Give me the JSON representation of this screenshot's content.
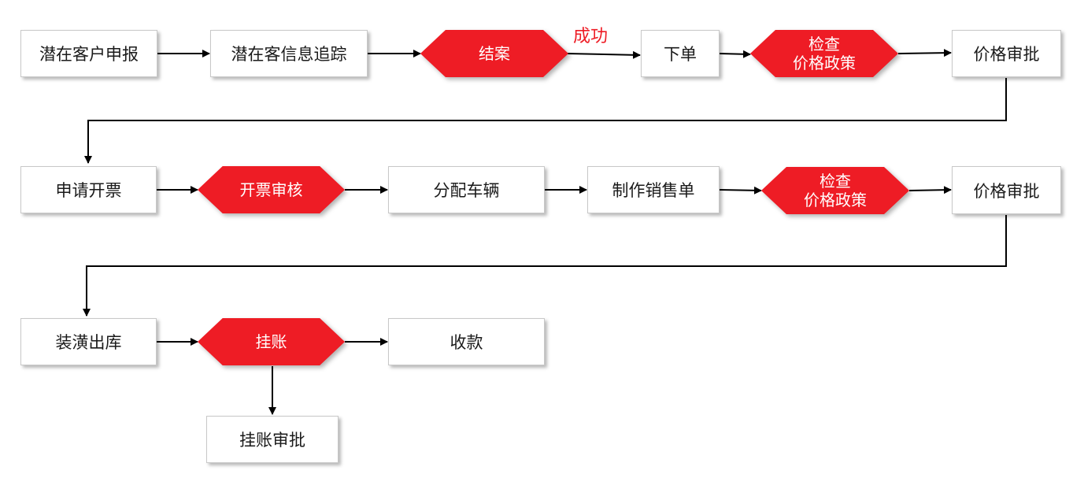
{
  "colors": {
    "decision_fill": "#ee1c25",
    "line": "#000000",
    "box_border": "#c8c8c8"
  },
  "nodes": {
    "potential_customer_report": "潜在客户申报",
    "potential_customer_tracking": "潜在客信息追踪",
    "close_case": "结案",
    "place_order": "下单",
    "check_price_policy_1": [
      "检查",
      "价格政策"
    ],
    "price_approval_1": "价格审批",
    "apply_invoice": "申请开票",
    "invoice_review": "开票审核",
    "allocate_vehicle": "分配车辆",
    "make_sales_order": "制作销售单",
    "check_price_policy_2": [
      "检查",
      "价格政策"
    ],
    "price_approval_2": "价格审批",
    "decoration_outbound": "装潢出库",
    "on_account": "挂账",
    "collect_payment": "收款",
    "on_account_approval": "挂账审批"
  },
  "edge_labels": {
    "success": "成功"
  }
}
